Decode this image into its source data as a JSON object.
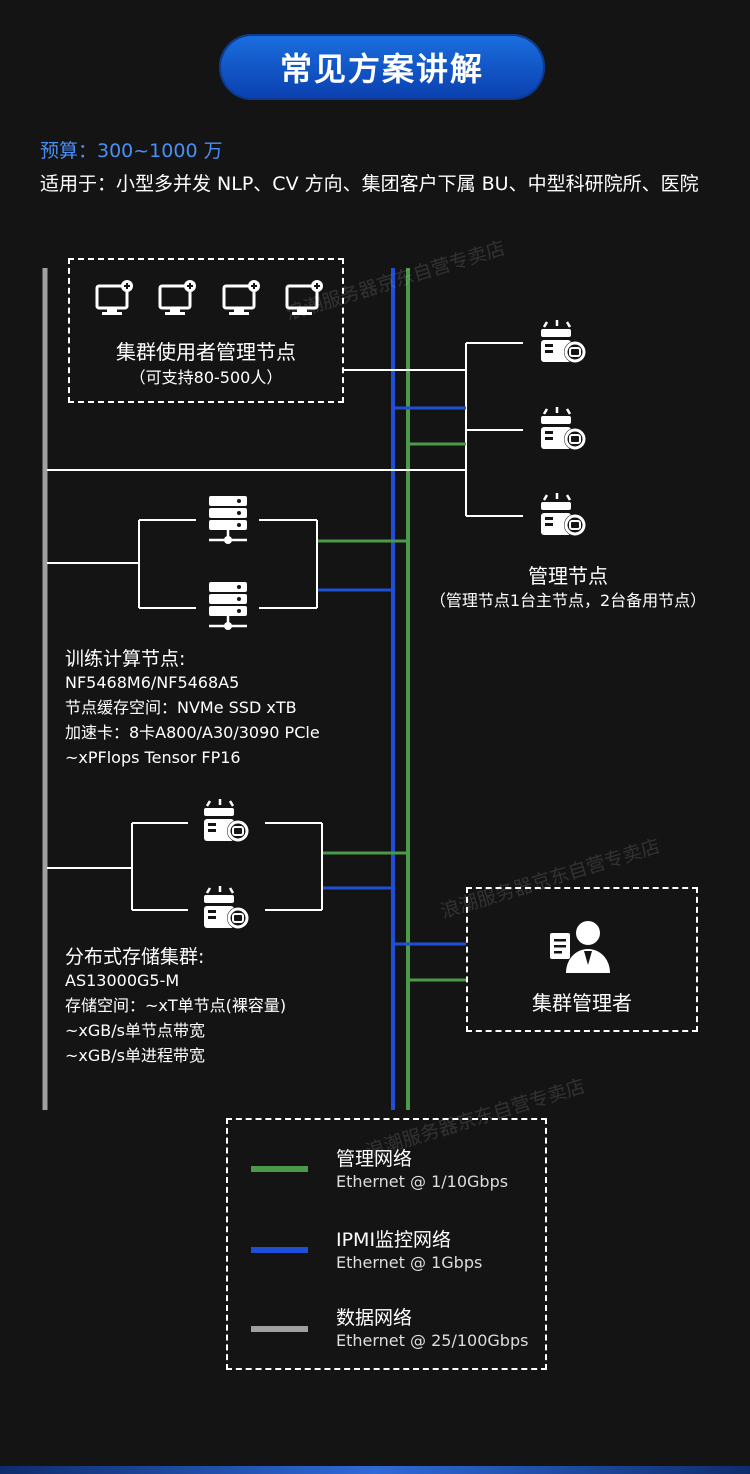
{
  "header": {
    "title": "常见方案讲解"
  },
  "intro": {
    "budget": "预算：300~1000 万",
    "applies": "适用于：小型多并发 NLP、CV 方向、集团客户下属 BU、中型科研院所、医院"
  },
  "user_nodes": {
    "title": "集群使用者管理节点",
    "subtitle": "（可支持80-500人）"
  },
  "mgmt_nodes": {
    "title": "管理节点",
    "subtitle": "（管理节点1台主节点，2台备用节点）"
  },
  "training": {
    "title": "训练计算节点:",
    "lines": [
      "NF5468M6/NF5468A5",
      "节点缓存空间：NVMe SSD xTB",
      "加速卡：8卡A800/A30/3090 PCle",
      "~xPFlops Tensor FP16"
    ]
  },
  "storage": {
    "title": "分布式存储集群:",
    "lines": [
      "AS13000G5-M",
      "存储空间：~xT单节点(裸容量)",
      "~xGB/s单节点带宽",
      "~xGB/s单进程带宽"
    ]
  },
  "admin": {
    "title": "集群管理者"
  },
  "legend": [
    {
      "title": "管理网络",
      "sub": "Ethernet @ 1/10Gbps",
      "color": "#4a9a4a"
    },
    {
      "title": "IPMI监控网络",
      "sub": "Ethernet @ 1Gbps",
      "color": "#1f4fd6"
    },
    {
      "title": "数据网络",
      "sub": "Ethernet @ 25/100Gbps",
      "color": "#a0a0a0"
    }
  ],
  "watermark": "浪潮服务器京东自营专卖店",
  "colors": {
    "green": "#4a9a4a",
    "blue": "#1f4fd6",
    "gray": "#a0a0a0",
    "accent": "#4a8ff5"
  },
  "icons": {
    "monitor": "monitor-icon",
    "server_robot": "server-robot-icon",
    "rack": "rack-server-icon",
    "admin": "admin-person-icon"
  }
}
